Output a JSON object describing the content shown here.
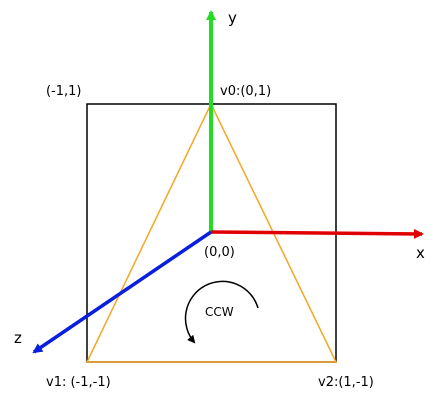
{
  "labels": {
    "top_left": "(-1,1)",
    "v0": "v0:(0,1)",
    "origin": "(0,0)",
    "v1": "v1: (-1,-1)",
    "v2": "v2:(1,-1)",
    "winding": "CCW"
  },
  "axes": {
    "x": "x",
    "y": "y",
    "z": "z"
  },
  "colors": {
    "frame": "#000000",
    "triangle": "#f5a623",
    "x_axis": "#e00000",
    "y_axis": "#22dd22",
    "z_axis": "#0a1ee0",
    "arrow": "#000000"
  }
}
